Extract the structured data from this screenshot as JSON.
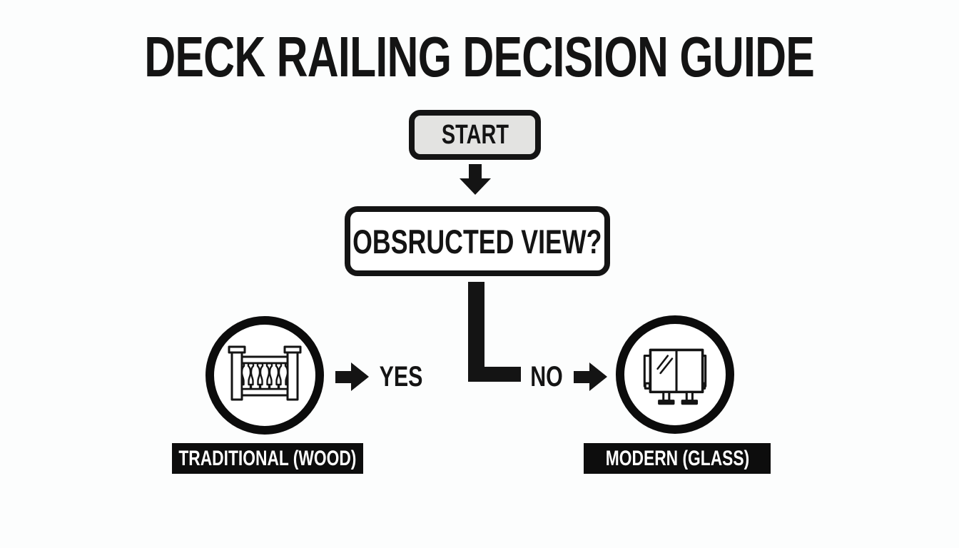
{
  "title": "DECK RAILING DECISION GUIDE",
  "flowchart": {
    "start": "START",
    "question": "OBSRUCTED VIEW?",
    "yes": "YES",
    "no": "NO",
    "outcome_left": "TRADITIONAL (WOOD)",
    "outcome_right": "MODERN (GLASS)",
    "icons": {
      "left": "wood-railing-icon",
      "right": "glass-railing-icon"
    }
  },
  "colors": {
    "background": "#fcfdfd",
    "ink": "#141414",
    "start_fill": "#e3e3e1",
    "outcome_bg": "#0d0d0d",
    "outcome_text": "#ffffff"
  }
}
